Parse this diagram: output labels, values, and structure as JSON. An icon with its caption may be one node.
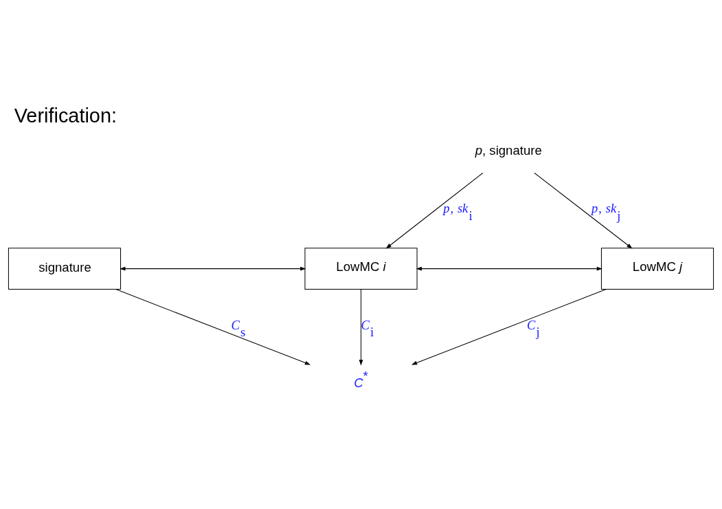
{
  "diagram": {
    "title": "Verification:",
    "nodes": [
      {
        "text": [
          "*p*, signature"
        ]
      },
      {
        "text": [
          "signature"
        ]
      },
      {
        "text": [
          "LowMC *i*"
        ]
      },
      {
        "text": [
          "LowMC *j*"
        ]
      },
      {
        "text": [
          "*C*$^{*}$"
        ]
      }
    ],
    "edges": [
      {
        "from": 0,
        "to": 2,
        "arrow": "to",
        "label": "*p*, *sk*$_{i}$"
      },
      {
        "from": 0,
        "to": 3,
        "arrow": "to",
        "label": "*p*, *sk*$_{j}$"
      },
      {
        "from": 1,
        "to": 2,
        "arrow": "both"
      },
      {
        "from": 2,
        "to": 3,
        "arrow": "both"
      },
      {
        "from": 1,
        "to": 4,
        "arrow": "to",
        "label": "*C*$_{s}$"
      },
      {
        "from": 2,
        "to": 4,
        "arrow": "to",
        "label": "*C*$_{i}$"
      },
      {
        "from": 3,
        "to": 4,
        "arrow": "to",
        "label": "*C*$_{j}$"
      }
    ]
  }
}
